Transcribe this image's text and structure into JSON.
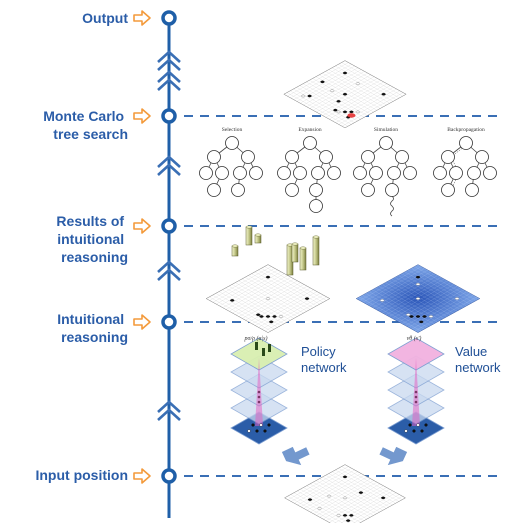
{
  "stages": [
    {
      "id": "output",
      "lines": [
        "Output"
      ]
    },
    {
      "id": "mcts",
      "lines": [
        "Monte Carlo",
        "tree search"
      ]
    },
    {
      "id": "results",
      "lines": [
        "Results of",
        "intuitional",
        "reasoning"
      ]
    },
    {
      "id": "intuitional",
      "lines": [
        "Intuitional",
        "reasoning"
      ]
    },
    {
      "id": "input",
      "lines": [
        "Input position"
      ]
    }
  ],
  "mcts_phases": [
    "Selection",
    "Expansion",
    "Simulation",
    "Backpropagation"
  ],
  "networks": {
    "policy": {
      "lines": [
        "Policy",
        "network"
      ],
      "formula": "pσ/ρ (a|s)"
    },
    "value": {
      "lines": [
        "Value",
        "network"
      ],
      "formula": "vθ (s')"
    }
  },
  "colors": {
    "timeline": "#1f5fa8",
    "arrow": "#f39a3b",
    "dash": "#3a6fb5",
    "chevron": "#3a6fb5",
    "stone_black": "#111111",
    "stone_white": "#ffffff",
    "board_value": "#4a7fd6",
    "policy_top": "#d9efb0",
    "value_top": "#f2b2e0",
    "layer_blue": "#c9d9f0",
    "bottom_layer": "#2b5da8",
    "highlight_red": "#e53030"
  },
  "icons": [
    "timeline-node-icon",
    "right-arrow-icon",
    "double-chevron-up-icon",
    "go-board-icon",
    "mcts-tree-icon",
    "network-stack-icon"
  ]
}
